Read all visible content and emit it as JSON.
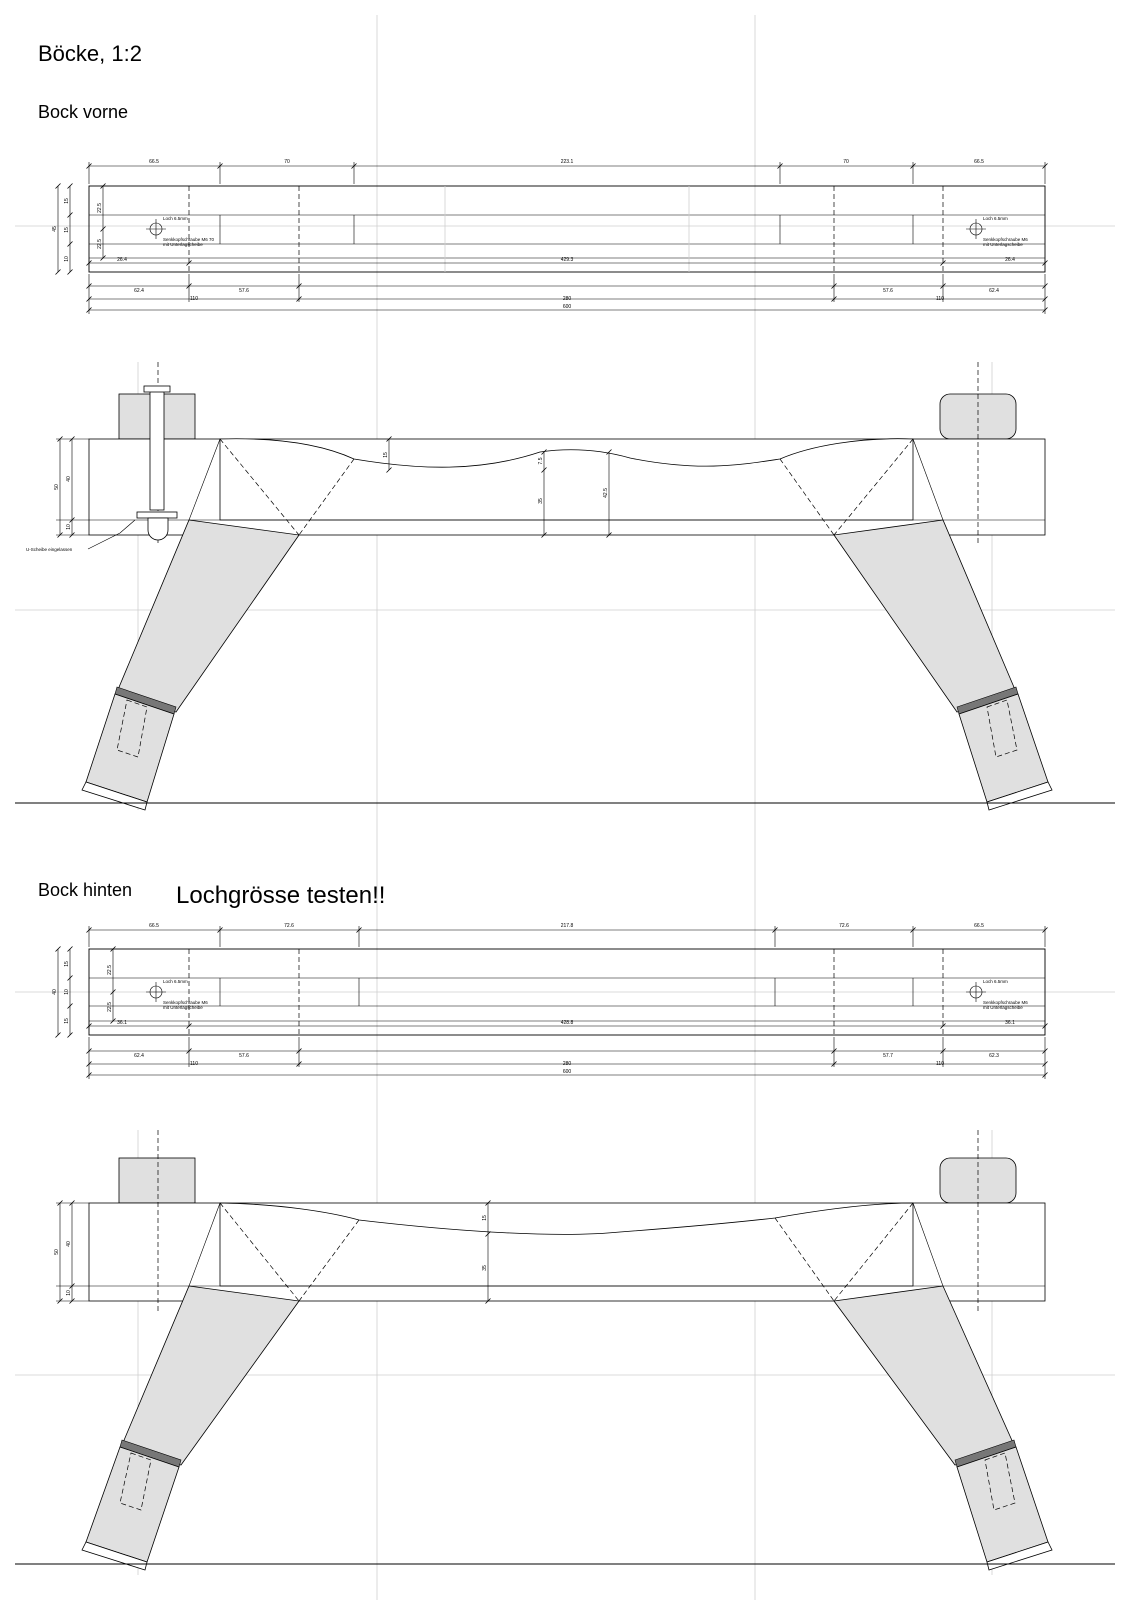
{
  "sheet": {
    "title": "Böcke, 1:2",
    "note": "Lochgrösse testen!!"
  },
  "front": {
    "heading": "Bock vorne",
    "plan_top_dims": [
      "66.5",
      "70",
      "223.1",
      "70",
      "66.5"
    ],
    "plan_left_dims": [
      "15",
      "15",
      "10",
      "45",
      "22.5",
      "22.5"
    ],
    "plan_inner_dims": [
      "26.4",
      "429.3",
      "26.4"
    ],
    "plan_bottom_row1": [
      "62.4",
      "57.6",
      "57.6",
      "62.4"
    ],
    "plan_bottom_row2": [
      "110",
      "280",
      "110"
    ],
    "plan_bottom_row3": [
      "600"
    ],
    "hole_left": "Loch 6.5mm",
    "hole_right": "Loch 6.5mm",
    "screw_left_1": "Senkkopfschraube M6 70",
    "screw_left_2": "mit Unterlagscheibe",
    "screw_right_1": "Senkkopfschraube M6",
    "screw_right_2": "mit Unterlagscheibe",
    "elev_left_dims": [
      "50",
      "40",
      "10"
    ],
    "elev_mid_dims": [
      "15",
      "35",
      "7.5",
      "42.5"
    ],
    "washer_label": "U-Scheibe eingelassen"
  },
  "back": {
    "heading": "Bock hinten",
    "plan_top_dims": [
      "66.5",
      "72.6",
      "217.8",
      "72.6",
      "66.5"
    ],
    "plan_left_dims": [
      "15",
      "10",
      "15",
      "40",
      "22.5",
      "22.5"
    ],
    "plan_inner_dims": [
      "36.1",
      "428.8",
      "36.1"
    ],
    "plan_bottom_row1": [
      "62.4",
      "57.6",
      "57.7",
      "62.3"
    ],
    "plan_bottom_row2": [
      "110",
      "280",
      "110"
    ],
    "plan_bottom_row3": [
      "600"
    ],
    "hole_left": "Loch 6.5mm",
    "hole_right": "Loch 6.5mm",
    "screw_left_1": "Senkkopfschraube M6",
    "screw_left_2": "mit Unterlagscheibe",
    "screw_right_1": "Senkkopfschraube M6",
    "screw_right_2": "mit Unterlagscheibe",
    "elev_left_dims": [
      "50",
      "40",
      "10"
    ],
    "elev_mid_dims": [
      "15",
      "35"
    ]
  }
}
